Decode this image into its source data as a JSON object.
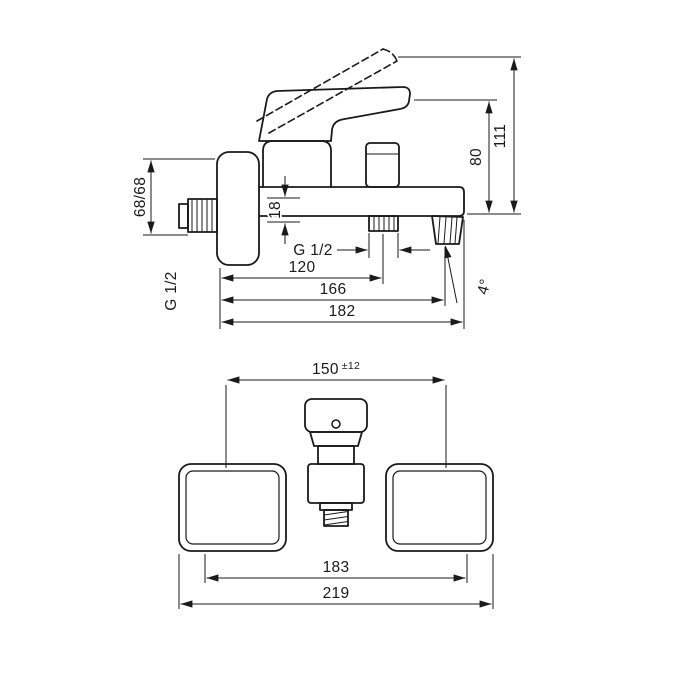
{
  "colors": {
    "line": "#1a1a1a",
    "background": "#ffffff"
  },
  "side_view": {
    "dim_height_total": "111",
    "dim_height_body": "80",
    "dim_wall_offset": "68/68",
    "wall_thread_label": "G 1/2",
    "dim_body_depth": "18",
    "spout_thread_label": "G 1/2",
    "dim_spout_center": "120",
    "dim_outlet_center": "166",
    "dim_total_depth": "182",
    "angle_label": "4°"
  },
  "front_view": {
    "dim_connection": "150",
    "dim_connection_tolerance": "±12",
    "dim_inner_width": "183",
    "dim_total_width": "219"
  }
}
